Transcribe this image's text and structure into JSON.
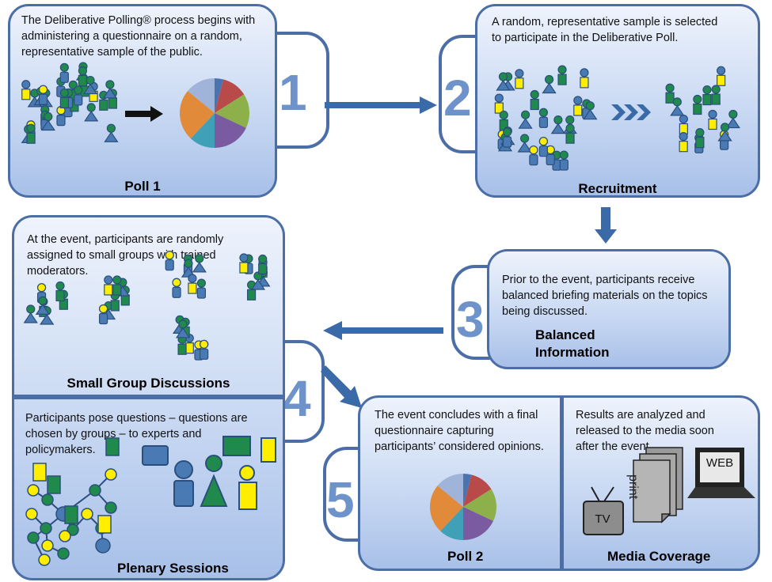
{
  "step1": {
    "number": "1",
    "description_lines": [
      "The Deliberative Polling® process begins with",
      "administering a questionnaire on a random,",
      "representative sample of the public."
    ],
    "label": "Poll 1"
  },
  "step2": {
    "number": "2",
    "description_lines": [
      "A random, representative sample is selected",
      "to participate in the Deliberative Poll."
    ],
    "label": "Recruitment"
  },
  "step3": {
    "number": "3",
    "description_lines": [
      "Prior to the event, participants receive",
      "balanced briefing materials on the topics",
      "being discussed."
    ],
    "label_lines": [
      "Balanced",
      "Information"
    ]
  },
  "step4": {
    "number": "4",
    "small_group": {
      "description_lines": [
        "At the event, participants are randomly",
        "assigned to small groups with trained",
        "moderators."
      ],
      "label": "Small Group Discussions"
    },
    "plenary": {
      "description_lines": [
        "Participants pose questions – questions are",
        "chosen by groups – to experts and",
        "policymakers."
      ],
      "label": "Plenary Sessions"
    }
  },
  "step5": {
    "number": "5",
    "poll2": {
      "description_lines": [
        "The event concludes with a final",
        "questionnaire capturing",
        "participants’ considered opinions."
      ],
      "label": "Poll 2"
    },
    "media": {
      "description_lines": [
        "Results are analyzed and",
        "released to the media soon",
        "after the event."
      ],
      "label": "Media Coverage",
      "tv_text": "TV",
      "print_text": "print",
      "web_text": "WEB"
    }
  },
  "colors": {
    "panel_border": "#4b6ea6",
    "arrow": "#3a6aa8",
    "number": "#6e93cb",
    "figure_blue": "#4a7ab4",
    "figure_green": "#1f8a4c",
    "figure_yellow": "#ffee00"
  },
  "pie_colors": [
    "#4a74b0",
    "#b94a4a",
    "#8db04a",
    "#7a5aa0",
    "#3fa0b8",
    "#e08a3a",
    "#9fb4d8"
  ]
}
